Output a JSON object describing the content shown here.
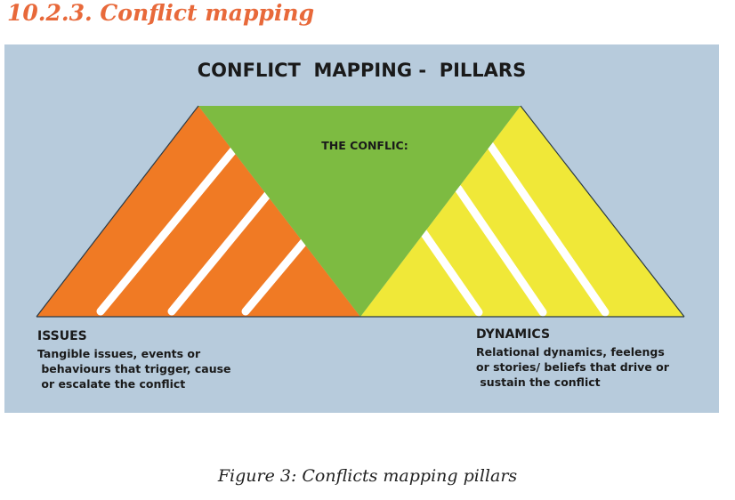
{
  "section_heading": "10.2.3. Conflict mapping",
  "diagram": {
    "title": "CONFLICT  MAPPING -  PILLARS",
    "center_label": "THE CONFLIC:",
    "left_pillar": {
      "title": "ISSUES",
      "lines": [
        "Tangible issues, events or",
        " behaviours that trigger, cause",
        " or escalate the conflict"
      ]
    },
    "right_pillar": {
      "title": "DYNAMICS",
      "lines": [
        "Relational dynamics, feelengs",
        "or stories/ beliefs that drive or",
        " sustain the conflict"
      ]
    },
    "colors": {
      "background": "#b7cbdc",
      "issues": "#f07a24",
      "dynamics": "#f0e838",
      "conflict": "#7dbb41",
      "heading": "#e8693a"
    }
  },
  "caption": "Figure 3: Conflicts mapping pillars"
}
